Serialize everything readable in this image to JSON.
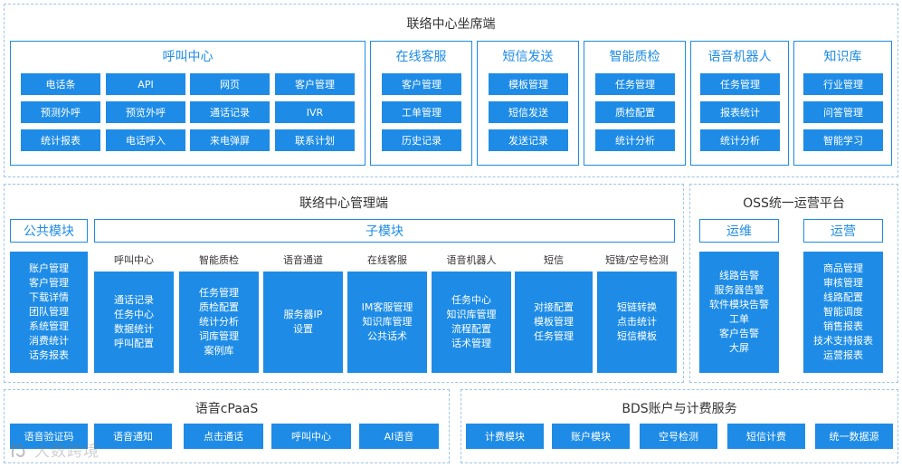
{
  "top": {
    "title": "联络中心坐席端",
    "modules": [
      {
        "title": "呼叫中心",
        "items": [
          "电话条",
          "API",
          "网页",
          "客户管理",
          "预测外呼",
          "预览外呼",
          "通话记录",
          "IVR",
          "统计报表",
          "电话呼入",
          "来电弹屏",
          "联系计划"
        ]
      },
      {
        "title": "在线客服",
        "items": [
          "客户管理",
          "工单管理",
          "历史记录"
        ]
      },
      {
        "title": "短信发送",
        "items": [
          "模板管理",
          "短信发送",
          "发送记录"
        ]
      },
      {
        "title": "智能质检",
        "items": [
          "任务管理",
          "质检配置",
          "统计分析"
        ]
      },
      {
        "title": "语音机器人",
        "items": [
          "任务管理",
          "报表统计",
          "统计分析"
        ]
      },
      {
        "title": "知识库",
        "items": [
          "行业管理",
          "问答管理",
          "智能学习"
        ]
      }
    ]
  },
  "mid": {
    "title": "联络中心管理端",
    "public": {
      "title": "公共模块",
      "items": [
        "账户管理",
        "客户管理",
        "下载详情",
        "团队管理",
        "系统管理",
        "消费统计",
        "话务报表"
      ]
    },
    "sub": {
      "title": "子模块",
      "columns": [
        {
          "label": "呼叫中心",
          "items": [
            "通话记录",
            "任务中心",
            "数据统计",
            "呼叫配置"
          ]
        },
        {
          "label": "智能质检",
          "items": [
            "任务管理",
            "质检配置",
            "统计分析",
            "词库管理",
            "案例库"
          ]
        },
        {
          "label": "语音通道",
          "items": [
            "服务器IP",
            "设置"
          ]
        },
        {
          "label": "在线客服",
          "items": [
            "IM客服管理",
            "知识库管理",
            "公共话术"
          ]
        },
        {
          "label": "语音机器人",
          "items": [
            "任务中心",
            "知识库管理",
            "流程配置",
            "话术管理"
          ]
        },
        {
          "label": "短信",
          "items": [
            "对接配置",
            "模板管理",
            "任务管理"
          ]
        },
        {
          "label": "短链/空号检测",
          "items": [
            "短链转换",
            "点击统计",
            "短信模板"
          ]
        }
      ]
    }
  },
  "oss": {
    "title": "OSS统一运营平台",
    "ops": {
      "title": "运维",
      "items": [
        "线路告警",
        "服务器告警",
        "软件模块告警",
        "工单",
        "客户告警",
        "大屏"
      ]
    },
    "run": {
      "title": "运营",
      "items": [
        "商品管理",
        "审核管理",
        "线路配置",
        "智能调度",
        "销售报表",
        "技术支持报表",
        "运营报表"
      ]
    }
  },
  "cpaas": {
    "title": "语音cPaaS",
    "items": [
      "语音验证码",
      "语音通知",
      "点击通话",
      "呼叫中心",
      "AI语音"
    ]
  },
  "bds": {
    "title": "BDS账户与计费服务",
    "items": [
      "计费模块",
      "账户模块",
      "空号检测",
      "短信计费",
      "统一数据源"
    ]
  },
  "watermark": "大数跨境",
  "colors": {
    "accent": "#1e8ce6",
    "dashed_border": "#9fc4ea"
  }
}
